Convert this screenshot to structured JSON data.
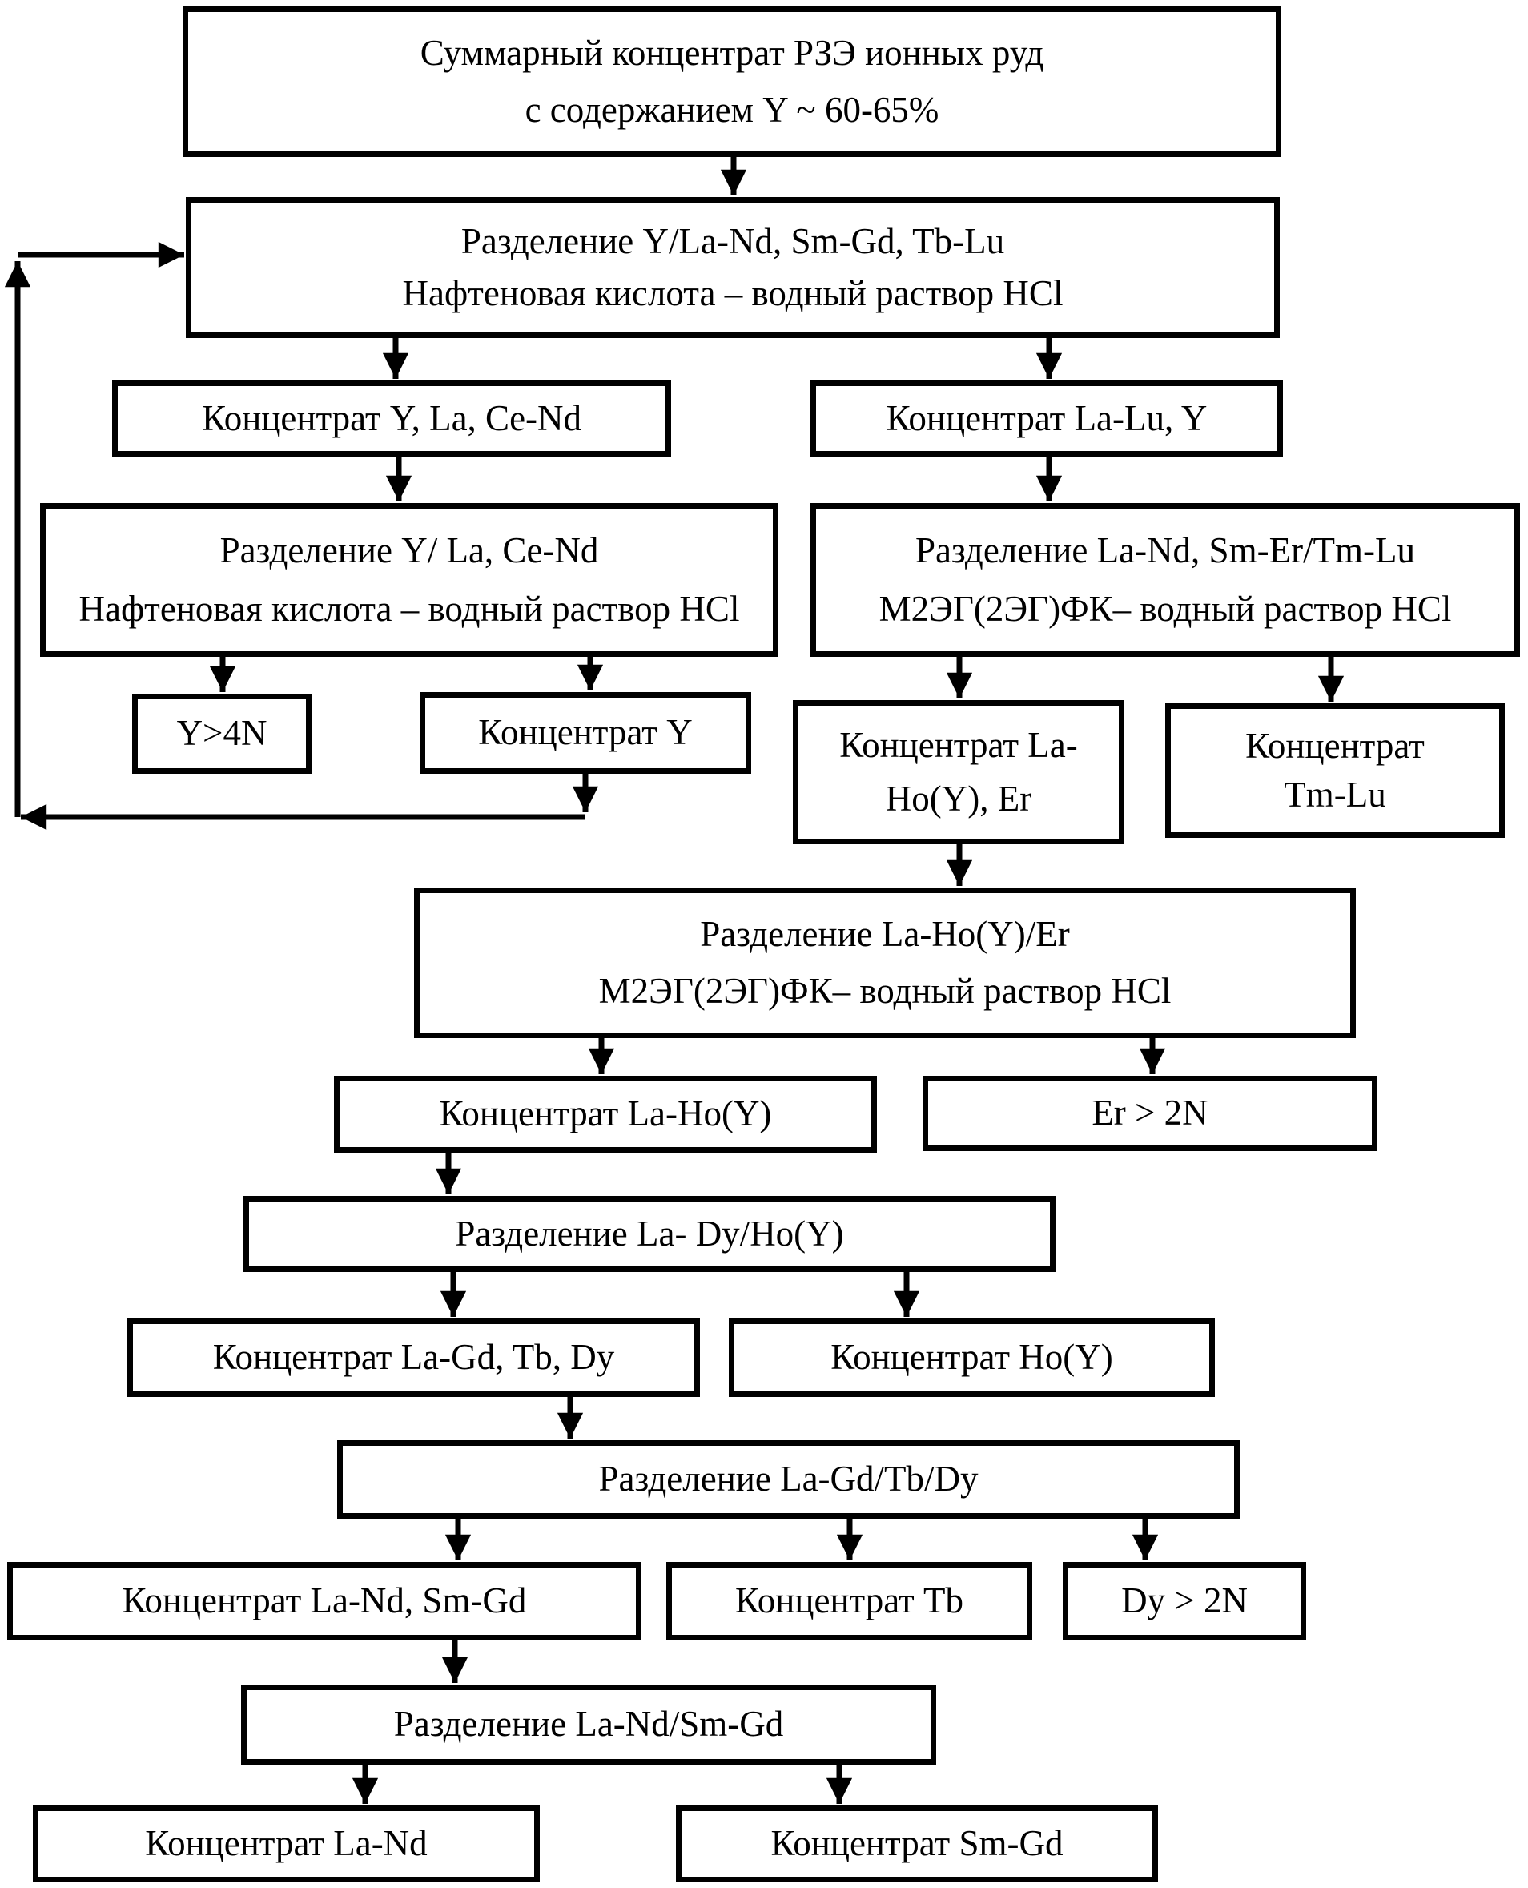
{
  "diagram": {
    "title": "Scheme of separation of total REE concentrate of ionic ores (flowchart, Russian)",
    "colors": {
      "line": "#000000",
      "box_border": "#000000",
      "background": "#ffffff",
      "text": "#000000"
    },
    "nodes": {
      "n1": {
        "line1": "Суммарный концентрат РЗЭ ионных руд",
        "line2": "с содержанием Y ~ 60-65%"
      },
      "n2": {
        "line1": "Разделение Y/La-Nd, Sm-Gd, Tb-Lu",
        "line2": "Нафтеновая кислота – водный раствор HCl"
      },
      "n3": {
        "line1": "Концентрат Y, La, Ce-Nd"
      },
      "n4": {
        "line1": "Концентрат La-Lu, Y"
      },
      "n5": {
        "line1": "Разделение Y/ La, Ce-Nd",
        "line2": "Нафтеновая кислота – водный раствор HCl"
      },
      "n6": {
        "line1": "Разделение La-Nd, Sm-Er/Tm-Lu",
        "line2": "М2ЭГ(2ЭГ)ФК– водный раствор HCl"
      },
      "n7": {
        "line1": "Y>4N"
      },
      "n8": {
        "line1": "Концентрат Y"
      },
      "n9": {
        "line1": "Концентрат La-",
        "line2": "Ho(Y), Er"
      },
      "n10": {
        "line1": "Концентрат",
        "line2": "Tm-Lu"
      },
      "n11": {
        "line1": "Разделение La-Ho(Y)/Er",
        "line2": "М2ЭГ(2ЭГ)ФК– водный раствор HCl"
      },
      "n12": {
        "line1": "Концентрат La-Ho(Y)"
      },
      "n13": {
        "line1": "Er > 2N"
      },
      "n14": {
        "line1": "Разделение La- Dy/Ho(Y)"
      },
      "n15": {
        "line1": "Концентрат La-Gd, Tb, Dy"
      },
      "n16": {
        "line1": "Концентрат Ho(Y)"
      },
      "n17": {
        "line1": "Разделение La-Gd/Tb/Dy"
      },
      "n18": {
        "line1": "Концентрат La-Nd, Sm-Gd"
      },
      "n19": {
        "line1": "Концентрат Tb"
      },
      "n20": {
        "line1": "Dy > 2N"
      },
      "n21": {
        "line1": "Разделение La-Nd/Sm-Gd"
      },
      "n22": {
        "line1": "Концентрат La-Nd"
      },
      "n23": {
        "line1": "Концентрат Sm-Gd"
      }
    },
    "edges": [
      "n1->n2",
      "n2->n3",
      "n2->n4",
      "n3->n5",
      "n4->n6",
      "n5->n7",
      "n5->n8",
      "n6->n9",
      "n6->n10",
      "n9->n11",
      "n11->n12",
      "n11->n13",
      "n12->n14",
      "n14->n15",
      "n14->n16",
      "n15->n17",
      "n17->n18",
      "n17->n19",
      "n17->n20",
      "n18->n21",
      "n21->n22",
      "n21->n23",
      "n8->n2 (recycle loop)"
    ]
  }
}
